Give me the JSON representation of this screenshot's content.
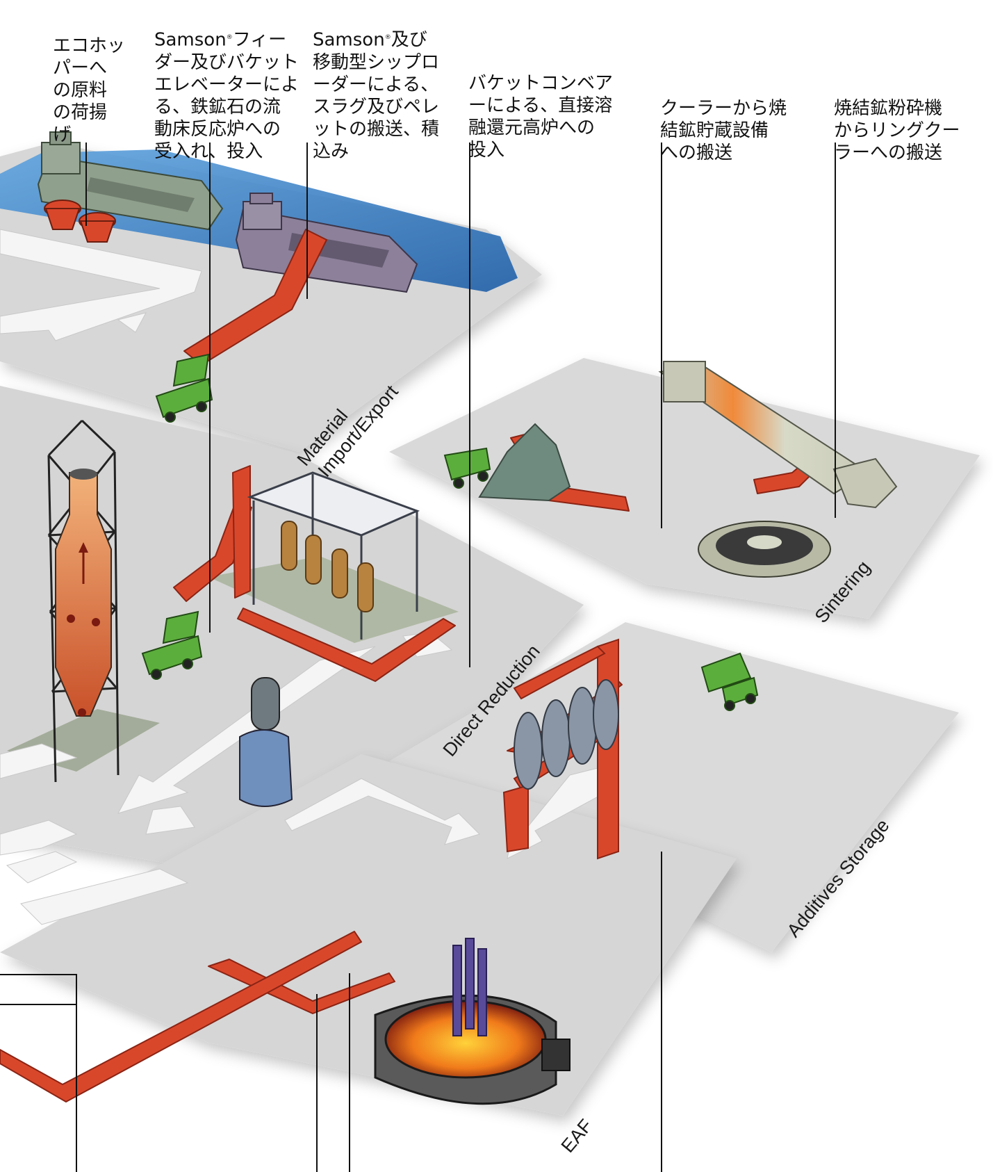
{
  "callouts": [
    {
      "id": "eco-hopper",
      "text": "エコホッ\nパーへ\nの原料\nの荷揚\nげ"
    },
    {
      "id": "samson-feeder",
      "brand": "Samson",
      "mark": "®",
      "text": "フィー\nダー及びバケット\nエレベーターによ\nる、鉄鉱石の流\n動床反応炉への\n受入れ、投入"
    },
    {
      "id": "samson-shiploader",
      "brand": "Samson",
      "mark": "®",
      "text": "及び\n移動型シップロ\nーダーによる、\nスラグ及びペレ\nットの搬送、積\n込み"
    },
    {
      "id": "bucket-conveyor",
      "text": "バケットコンベア\nーによる、直接溶\n融還元高炉への\n投入"
    },
    {
      "id": "cooler",
      "text": "クーラーから焼\n結鉱貯蔵設備\nへの搬送"
    },
    {
      "id": "sinter-crusher",
      "text": "焼結鉱粉砕機\nからリングクー\nラーへの搬送"
    }
  ],
  "zones": {
    "material_import_export": {
      "line1": "Material",
      "line2": "Import/Export"
    },
    "sintering": "Sintering",
    "direct_reduction": "Direct Reduction",
    "additives_storage": "Additives Storage",
    "eaf": "EAF"
  },
  "colors": {
    "conveyor": "#d9472b",
    "conveyor_dark": "#a8321d",
    "platform": "#dadada",
    "water": "#3b7fc4",
    "truck": "#5cae3c",
    "ship_hull": "#8fa08c",
    "ship_hull_purple": "#8c809a"
  }
}
